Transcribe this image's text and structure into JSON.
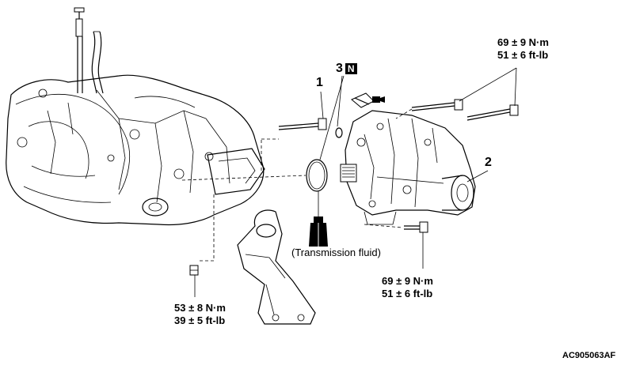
{
  "callouts": {
    "c1": "1",
    "c2": "2",
    "c3": "3",
    "n_mark": "N"
  },
  "torques": {
    "top_right": {
      "nm": "69 ± 9 N·m",
      "ftlb": "51 ± 6 ft-lb"
    },
    "bottom_right": {
      "nm": "69 ± 9 N·m",
      "ftlb": "51 ± 6 ft-lb"
    },
    "bottom_left": {
      "nm": "53 ± 8 N·m",
      "ftlb": "39 ± 5 ft-lb"
    }
  },
  "fluid_label": "(Transmission fluid)",
  "figure_code": "AC905063AF"
}
